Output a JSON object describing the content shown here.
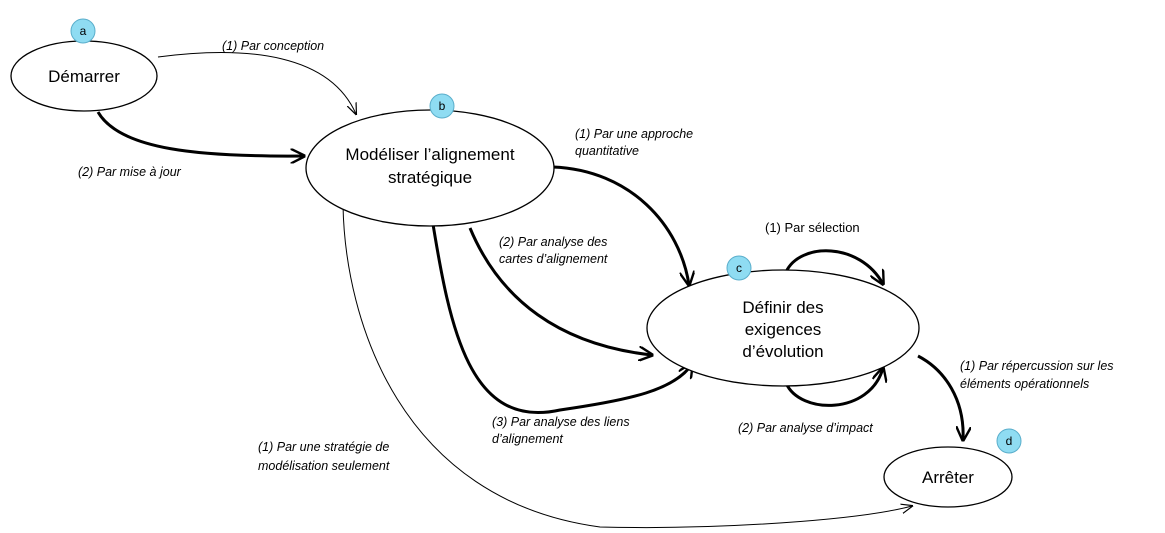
{
  "nodes": {
    "start": {
      "label": "Démarrer",
      "badge": "a"
    },
    "model": {
      "label_lines": [
        "Modéliser l’alignement",
        "stratégique"
      ],
      "badge": "b"
    },
    "define": {
      "label_lines": [
        "Définir des",
        "exigences",
        "d’évolution"
      ],
      "badge": "c"
    },
    "stop": {
      "label": "Arrêter",
      "badge": "d"
    }
  },
  "edges": {
    "by_design": "(1) Par conception",
    "by_update": "(2) Par mise à jour",
    "quantitative": [
      "(1) Par une approche",
      "quantitative"
    ],
    "alignment_maps": [
      "(2) Par analyse des",
      "cartes d’alignement"
    ],
    "alignment_links": [
      "(3) Par analyse des liens",
      "d’alignement"
    ],
    "strategy_only": [
      "(1) Par  une stratégie de",
      "modélisation seulement"
    ],
    "selection": "(1) Par sélection",
    "impact": "(2) Par  analyse d’impact",
    "repercussion": [
      "(1) Par répercussion sur les",
      "éléments opérationnels"
    ]
  },
  "colors": {
    "badge_fill": "#8fdcf2",
    "badge_stroke": "#5aaecb",
    "line": "#000000"
  }
}
